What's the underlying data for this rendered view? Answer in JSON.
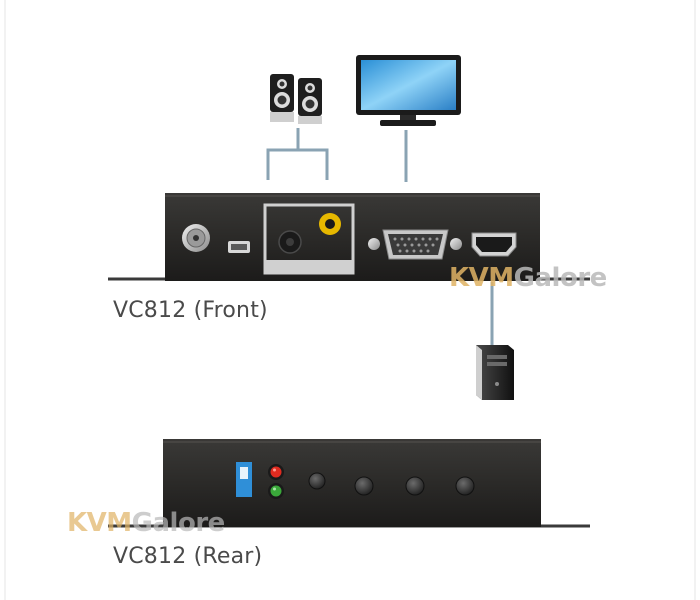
{
  "captions": {
    "front": "VC812 (Front)",
    "rear": "VC812 (Rear)"
  },
  "watermark": {
    "part_a": "KVM",
    "part_b": "Galore"
  },
  "icons": {
    "speakers": "speakers-icon",
    "monitor": "monitor-icon",
    "computer": "tower-pc-icon",
    "power": "power-jack-icon",
    "usb": "mini-usb-port-icon",
    "audio": "audio-jack-icon",
    "spdif": "coaxial-digital-audio-port-icon",
    "vga": "vga-port-icon",
    "hdmi": "hdmi-port-icon",
    "dip": "dip-switch-icon",
    "led_power": "red-led-icon",
    "led_link": "green-led-icon",
    "buttons": "push-button-icon"
  },
  "colors": {
    "device_body": "#2b2a28",
    "cable": "#8aa3b3",
    "panel_frame": "#c9c9c9",
    "watermark_a": "#e0b365",
    "watermark_b": "#b9b9b9",
    "led_red": "#e02b20",
    "led_green": "#3aa83a",
    "dip_blue": "#2f8fd8"
  }
}
